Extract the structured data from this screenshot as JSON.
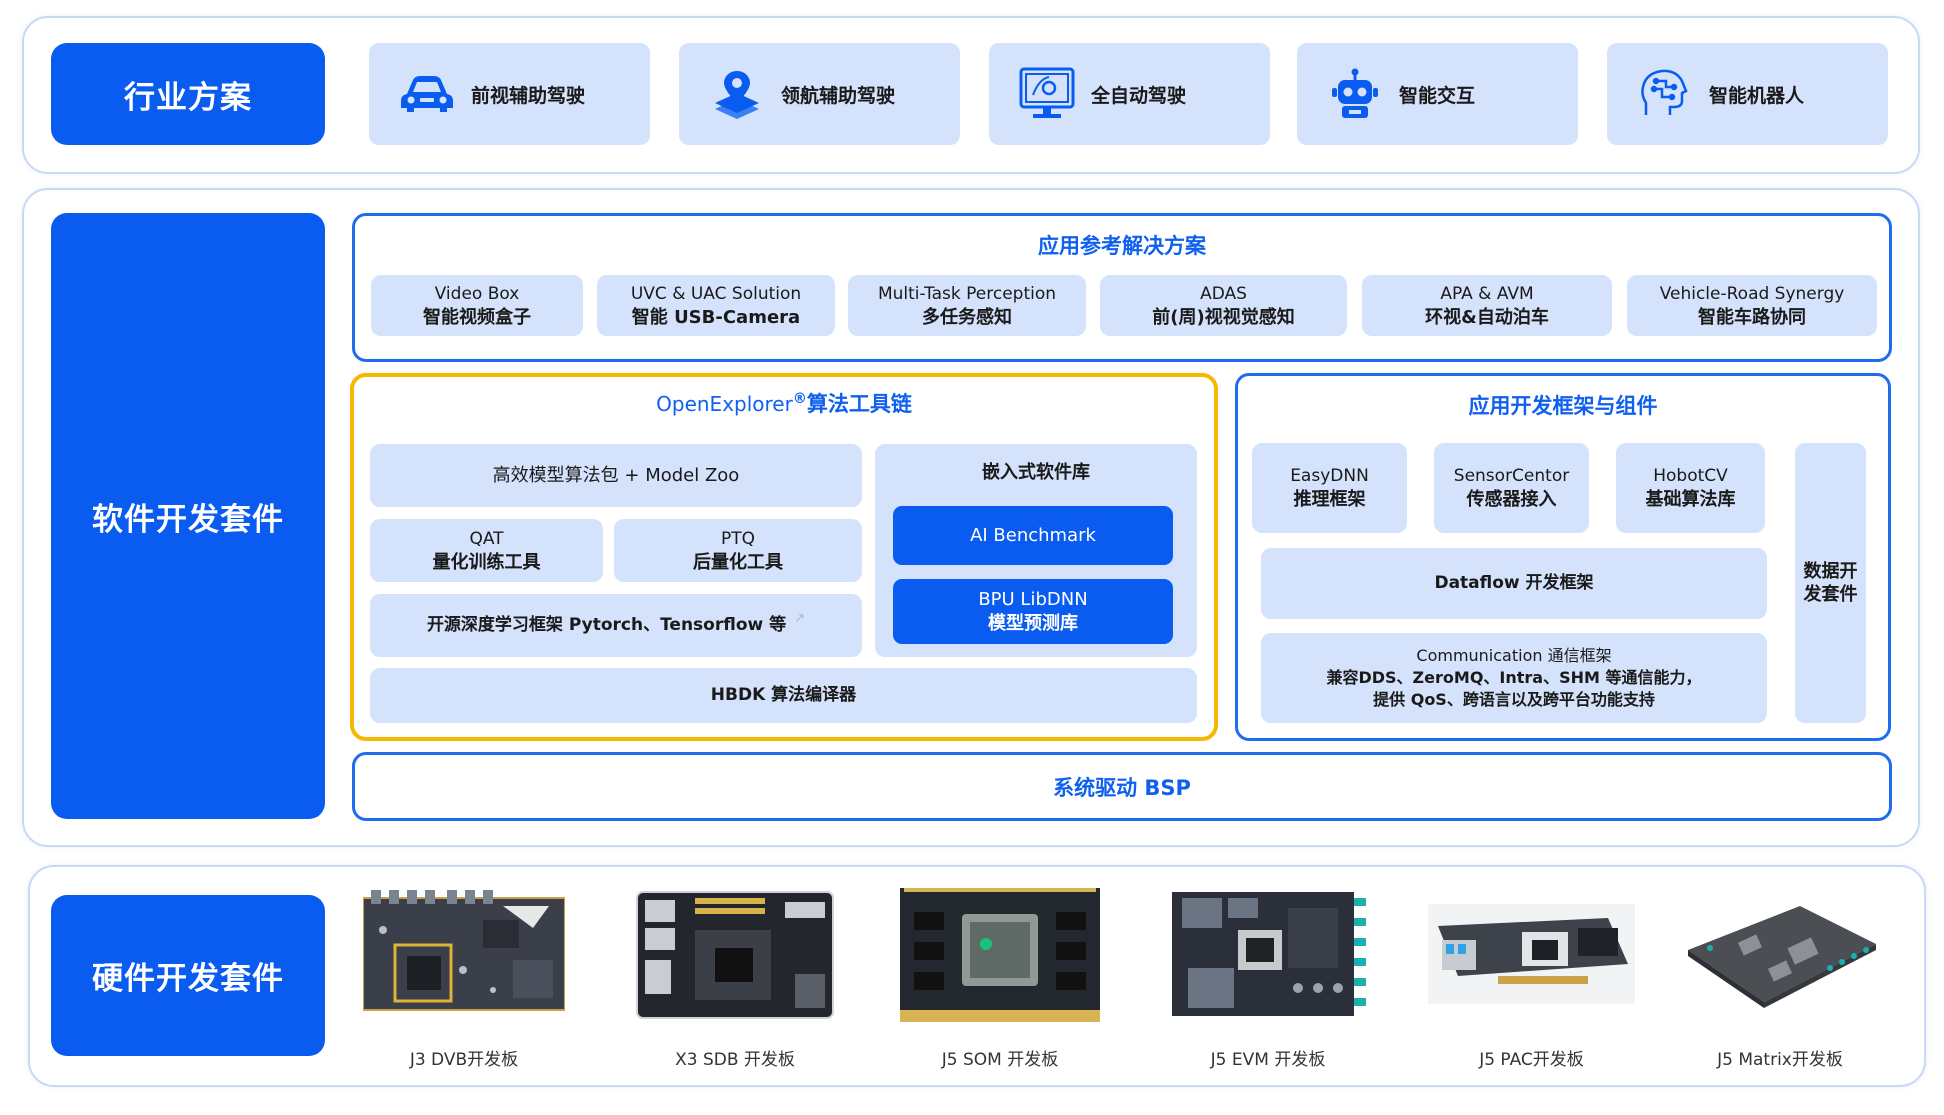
{
  "industry": {
    "title": "行业方案",
    "items": [
      {
        "label": "前视辅助驾驶",
        "icon": "car-icon"
      },
      {
        "label": "领航辅助驾驶",
        "icon": "map-pin-icon"
      },
      {
        "label": "全自动驾驶",
        "icon": "monitor-icon"
      },
      {
        "label": "智能交互",
        "icon": "robot-icon"
      },
      {
        "label": "智能机器人",
        "icon": "ai-head-icon"
      }
    ]
  },
  "software": {
    "title": "软件开发套件",
    "reference": {
      "heading": "应用参考解决方案",
      "items": [
        {
          "en": "Video Box",
          "cn": "智能视频盒子"
        },
        {
          "en": "UVC & UAC Solution",
          "cn": "智能 USB-Camera"
        },
        {
          "en": "Multi-Task Perception",
          "cn": "多任务感知"
        },
        {
          "en": "ADAS",
          "cn": "前(周)视视觉感知"
        },
        {
          "en": "APA & AVM",
          "cn": "环视&自动泊车"
        },
        {
          "en": "Vehicle-Road Synergy",
          "cn": "智能车路协同"
        }
      ]
    },
    "openexplorer": {
      "heading_en": "OpenExplorer",
      "heading_reg": "®",
      "heading_cn": "算法工具链",
      "model_zoo": "高效模型算法包 + Model Zoo",
      "qat": {
        "en": "QAT",
        "cn": "量化训练工具"
      },
      "ptq": {
        "en": "PTQ",
        "cn": "后量化工具"
      },
      "frameworks": "开源深度学习框架 Pytorch、Tensorflow 等",
      "hbdk": "HBDK 算法编译器",
      "embedded": {
        "heading": "嵌入式软件库",
        "ai_benchmark": "AI Benchmark",
        "bpu_en": "BPU LibDNN",
        "bpu_cn": "模型预测库"
      }
    },
    "appdev": {
      "heading": "应用开发框架与组件",
      "easydnn": {
        "en": "EasyDNN",
        "cn": "推理框架"
      },
      "sensorcentor": {
        "en": "SensorCentor",
        "cn": "传感器接入"
      },
      "hobotcv": {
        "en": "HobotCV",
        "cn": "基础算法库"
      },
      "dataflow": "Dataflow 开发框架",
      "comm_line1": "Communication 通信框架",
      "comm_line2": "兼容DDS、ZeroMQ、Intra、SHM 等通信能力，",
      "comm_line3": "提供 QoS、跨语言以及跨平台功能支持",
      "data_kit_line1": "数据开",
      "data_kit_line2": "发套件"
    },
    "bsp": "系统驱动 BSP"
  },
  "hardware": {
    "title": "硬件开发套件",
    "boards": [
      {
        "label": "J3 DVB开发板"
      },
      {
        "label": "X3 SDB 开发板"
      },
      {
        "label": "J5 SOM 开发板"
      },
      {
        "label": "J5 EVM 开发板"
      },
      {
        "label": "J5 PAC开发板"
      },
      {
        "label": "J5 Matrix开发板"
      }
    ]
  },
  "colors": {
    "accent": "#0a5cf0",
    "tile": "#d4e2fb",
    "highlight": "#f5b800"
  }
}
